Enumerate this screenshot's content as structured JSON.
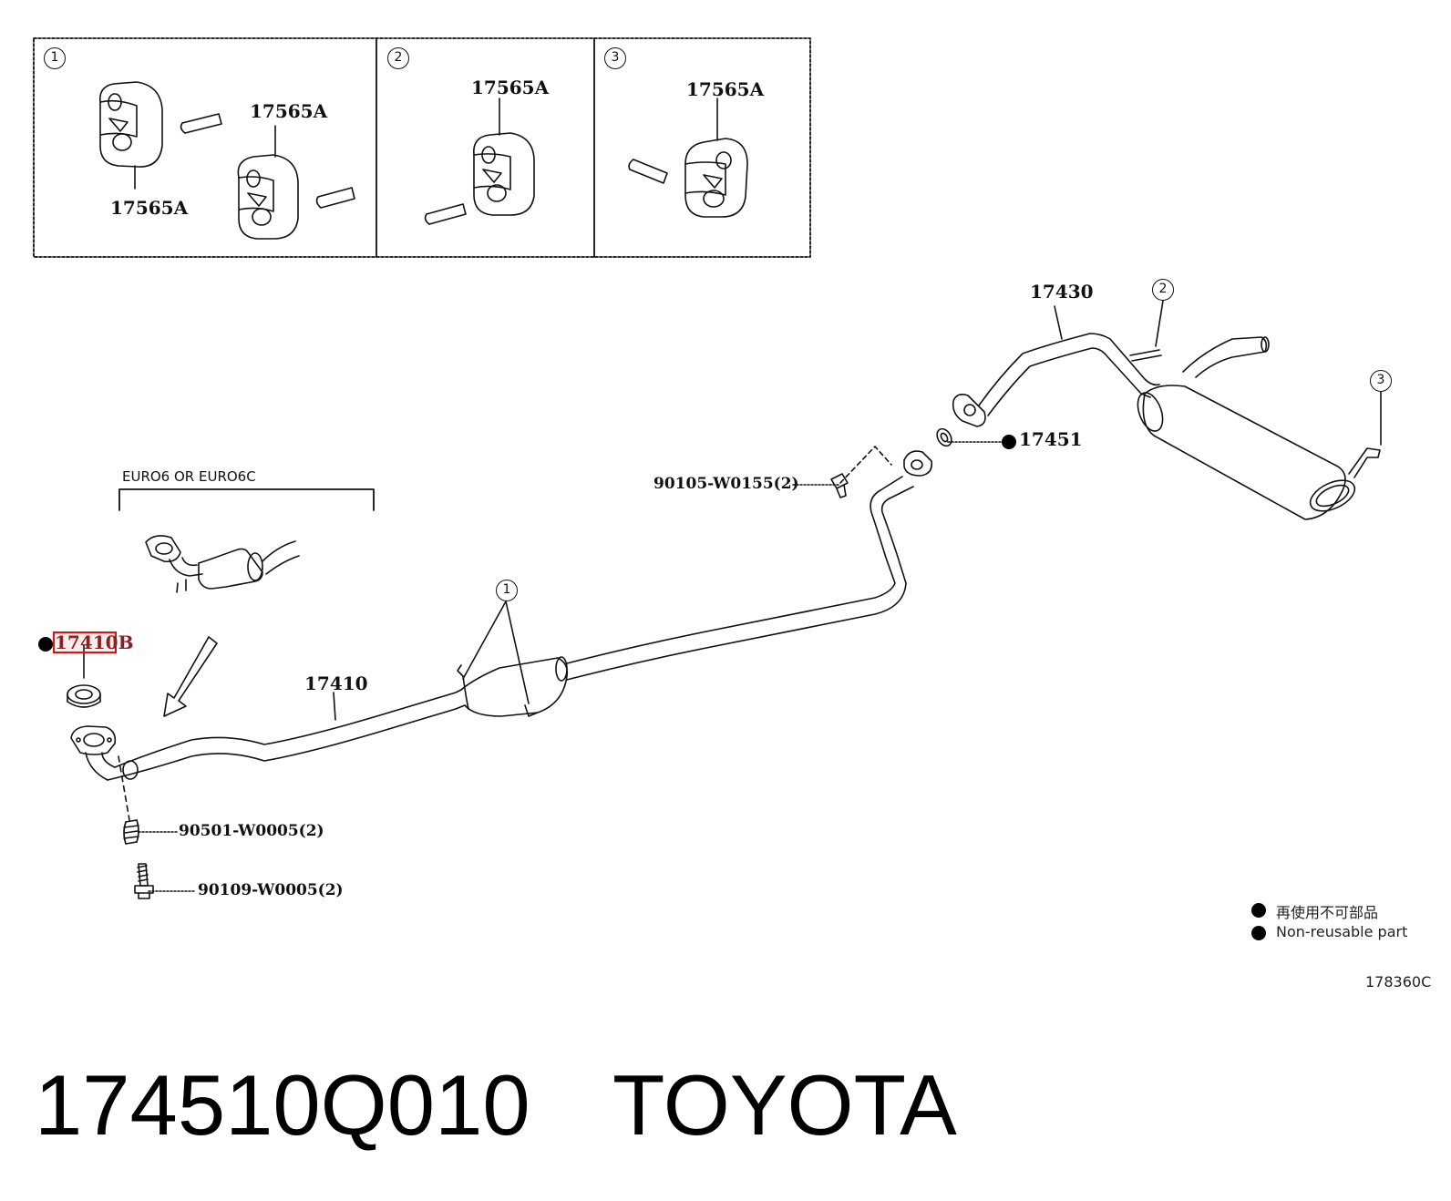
{
  "callouts": {
    "c1": "1",
    "c2": "2",
    "c3": "3"
  },
  "inset": {
    "p1_label_a": "17565A",
    "p1_label_b": "17565A",
    "p2_label": "17565A",
    "p3_label": "17565A"
  },
  "parts": {
    "muffler": "17430",
    "gasket_rear": "17451",
    "bolt_mid": "90105-W0155(2)",
    "euro_note": "EURO6 OR EURO6C",
    "gasket_front": "17410B",
    "front_pipe": "17410",
    "spring": "90501-W0005(2)",
    "bolt_front": "90109-W0005(2)"
  },
  "legend": {
    "line_jp": "再使用不可部品",
    "line_en": "Non-reusable part"
  },
  "figure_code": "178360C",
  "title": {
    "part_number": "174510Q010",
    "brand": "TOYOTA"
  }
}
